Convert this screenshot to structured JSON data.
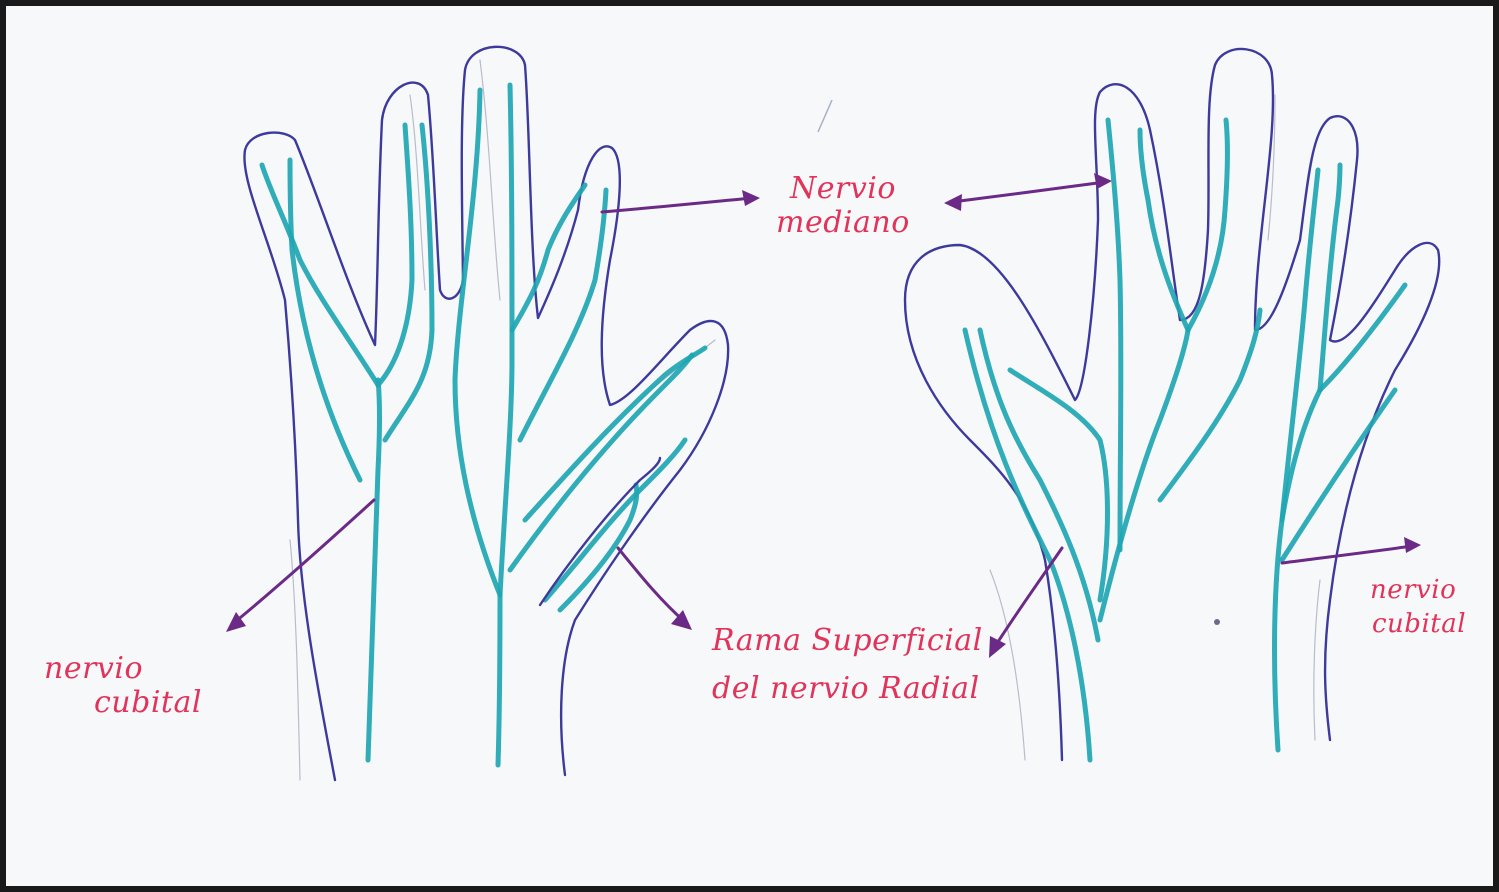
{
  "labels": {
    "median_nerve": {
      "line1": "Nervio",
      "line2": "mediano"
    },
    "ulnar_nerve_left": {
      "line1": "nervio",
      "line2": "cubital"
    },
    "radial_superficial": {
      "line1": "Rama Superficial",
      "line2": "del nervio Radial"
    },
    "ulnar_nerve_right": {
      "line1": "nervio",
      "line2": "cubital"
    }
  },
  "colors": {
    "paper": "#ffffff",
    "page_border": "#1a1a1a",
    "outline": "#3d3a9c",
    "nerve": "#1ea6b2",
    "arrow": "#6b2a86",
    "label_text": "#e0345a"
  }
}
